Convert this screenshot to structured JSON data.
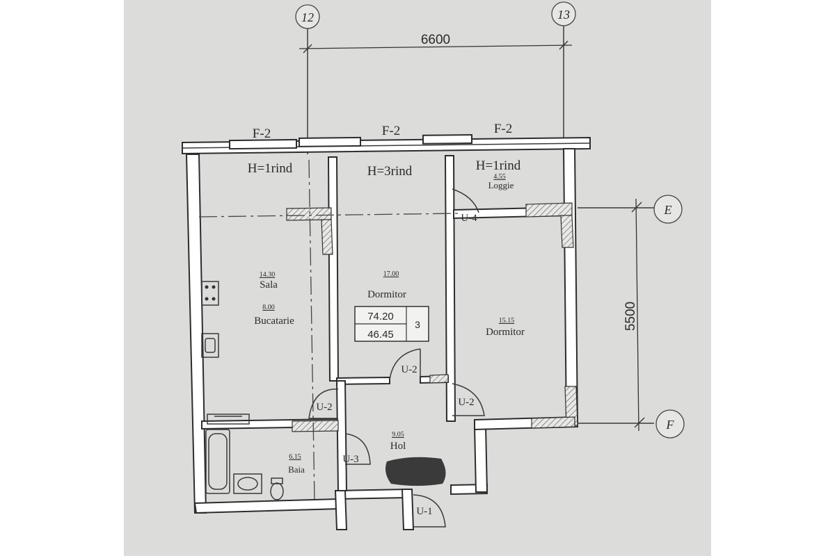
{
  "axes": {
    "top_left": "12",
    "top_right": "13",
    "right_top": "E",
    "right_bottom": "F"
  },
  "dimensions": {
    "top": "6600",
    "right": "5500"
  },
  "windows": [
    "F-2",
    "F-2",
    "F-2"
  ],
  "heights": {
    "left": "H=1rind",
    "middle": "H=3rind",
    "right": "H=1rind"
  },
  "rooms": {
    "sala": {
      "area": "14.30",
      "name": "Sala"
    },
    "bucatarie": {
      "area": "8.00",
      "name": "Bucatarie"
    },
    "dormitor1": {
      "area": "17.00",
      "name": "Dormitor"
    },
    "dormitor2": {
      "area": "15.15",
      "name": "Dormitor"
    },
    "loggie": {
      "area": "4.55",
      "name": "Loggie"
    },
    "hol": {
      "area": "9.05",
      "name": "Hol"
    },
    "baia": {
      "area": "6.15",
      "name": "Baia"
    }
  },
  "summary_box": {
    "total_area": "74.20",
    "living_area": "46.45",
    "rooms_count": "3"
  },
  "doors": {
    "u4": "U-4",
    "u2_dormitor": "U-2",
    "u2_sala": "U-2",
    "u2_dormitor2": "U-2",
    "u3": "U-3",
    "u1": "U-1"
  },
  "colors": {
    "paper": "#dcdcda",
    "ink": "#2c2c2c",
    "redaction": "#3a3a3a"
  }
}
